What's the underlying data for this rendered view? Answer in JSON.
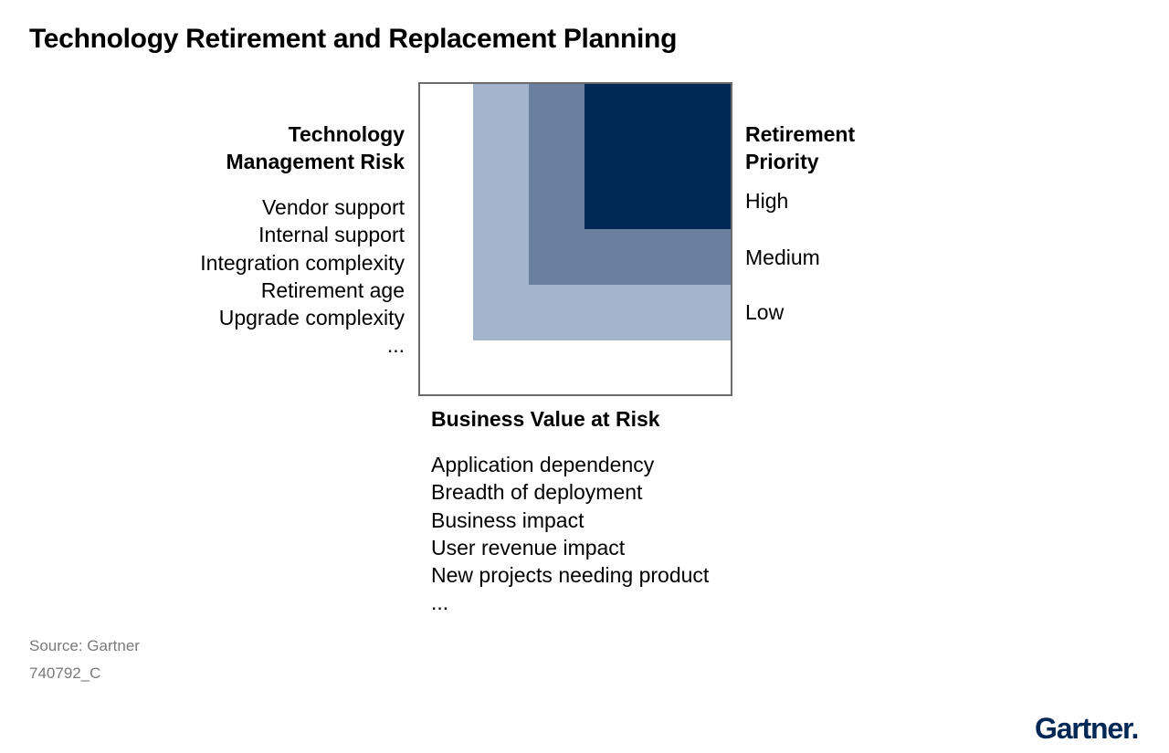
{
  "title": "Technology Retirement and Replacement Planning",
  "vertical_axis": {
    "heading": [
      "Technology",
      "Management Risk"
    ],
    "items": [
      "Vendor support",
      "Internal support",
      "Integration complexity",
      "Retirement age",
      "Upgrade complexity",
      "..."
    ]
  },
  "horizontal_axis": {
    "heading": "Business Value at Risk",
    "items": [
      "Application dependency",
      "Breadth of deployment",
      "Business impact",
      "User revenue impact",
      "New projects needing product",
      "..."
    ]
  },
  "priority": {
    "heading": [
      "Retirement",
      "Priority"
    ],
    "levels": [
      {
        "label": "High",
        "color": "#002856"
      },
      {
        "label": "Medium",
        "color": "#6b7f9f"
      },
      {
        "label": "Low",
        "color": "#a3b4cc"
      }
    ]
  },
  "footer": {
    "source": "Source: Gartner",
    "code": "740792_C"
  },
  "logo": {
    "text": "Gartner",
    "color": "#002856"
  }
}
